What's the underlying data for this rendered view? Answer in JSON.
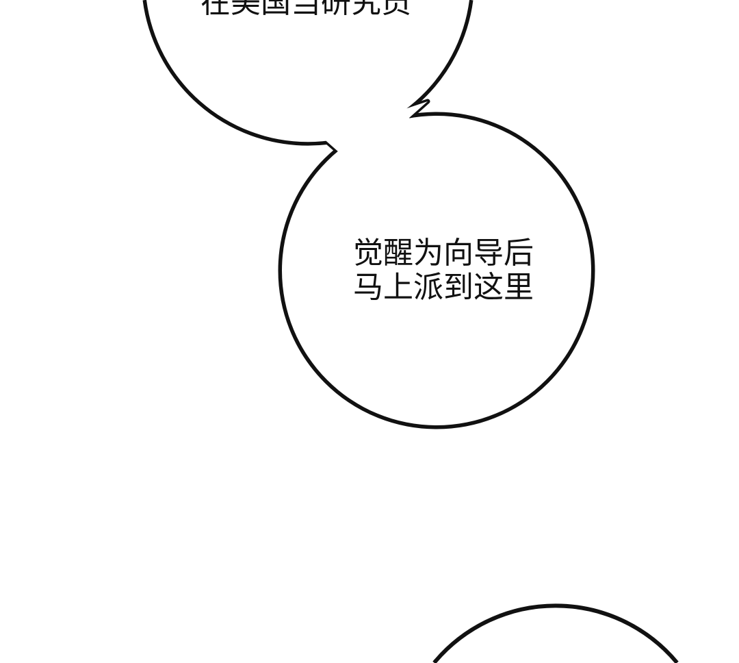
{
  "colors": {
    "background": "#ffffff",
    "outline": "#111111",
    "text": "#111111"
  },
  "bubbles": [
    {
      "lines": [
        "在美国当研究员"
      ]
    },
    {
      "lines": [
        "觉醒为向导后",
        "马上派到这里"
      ]
    },
    {
      "lines": []
    }
  ]
}
